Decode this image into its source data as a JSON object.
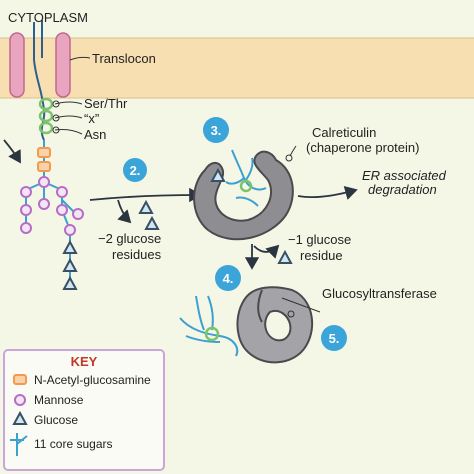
{
  "labels": {
    "cytoplasm": "CYTOPLASM",
    "translocon": "Translocon",
    "ser_thr": "Ser/Thr",
    "x": "“x”",
    "asn": "Asn",
    "calreticulin_1": "Calreticulin",
    "calreticulin_2": "(chaperone protein)",
    "erad_1": "ER associated",
    "erad_2": "degradation",
    "minus2_1": "−2 glucose",
    "minus2_2": "residues",
    "minus1_1": "−1 glucose",
    "minus1_2": "residue",
    "glucosyltransferase": "Glucosyltransferase"
  },
  "steps": {
    "s2": "2.",
    "s3": "3.",
    "s4": "4.",
    "s5": "5."
  },
  "key": {
    "title": "KEY",
    "nacetyl": "N-Acetyl-glucosamine",
    "mannose": "Mannose",
    "glucose": "Glucose",
    "core": "11 core sugars"
  },
  "colors": {
    "membrane": "#f7dfb2",
    "translocon": "#e9a5bf",
    "step_circle": "#3ba4d8",
    "protein": "#8e8e92",
    "nacetyl": "#f29a4e",
    "mannose": "#b66ec5",
    "glucose": "#3a4f63",
    "chain": "#3ca0d0",
    "asn_link": "#7cc36a",
    "key_border": "#c8a7d8"
  }
}
